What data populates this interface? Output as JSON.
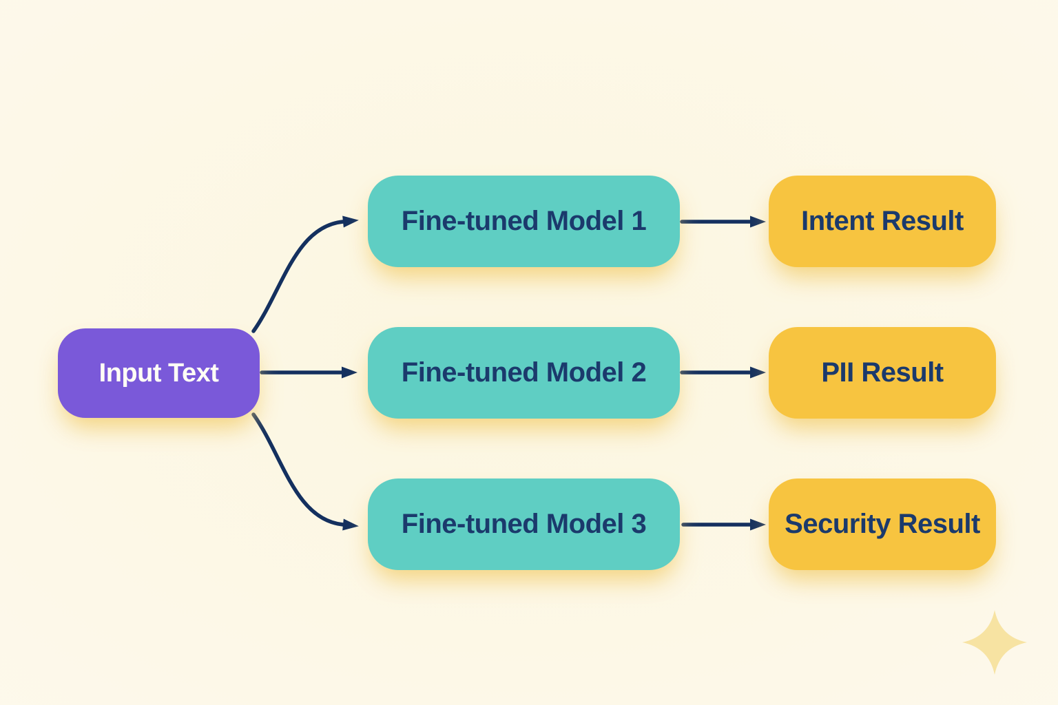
{
  "diagram": {
    "input_node": {
      "label": "Input Text"
    },
    "rows": [
      {
        "model_label": "Fine-tuned Model 1",
        "result_label": "Intent Result"
      },
      {
        "model_label": "Fine-tuned Model 2",
        "result_label": "PII Result"
      },
      {
        "model_label": "Fine-tuned Model 3",
        "result_label": "Security Result"
      }
    ],
    "colors": {
      "background": "#FCF8E7",
      "input_fill": "#7A59D9",
      "input_text": "#FFFDF6",
      "model_fill": "#5FCEC3",
      "result_fill": "#F7C440",
      "node_text": "#1B3A6C",
      "arrow": "#14305F",
      "glow_shadow": "#F2CE6E",
      "sparkle": "#F7E3A2"
    },
    "icons": {
      "sparkle": "✦"
    }
  }
}
